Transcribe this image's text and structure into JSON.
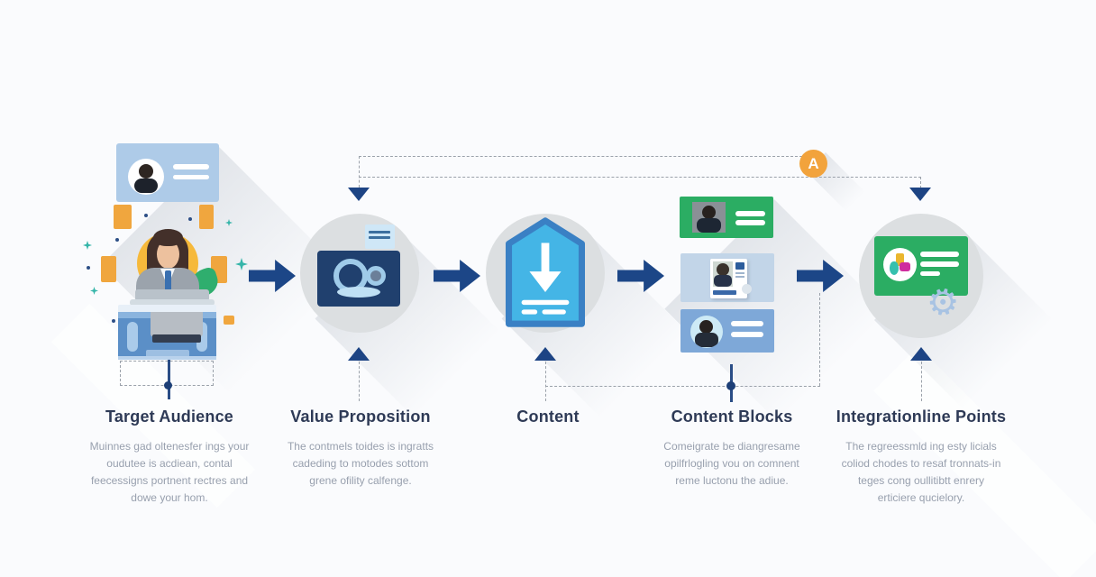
{
  "figure": {
    "type": "process-flow-infographic",
    "marker_a": "A",
    "colors": {
      "accent_navy": "#1c4687",
      "green": "#2bad63",
      "orange": "#f2a33c",
      "cyan": "#45b5e6",
      "circle_gray": "#dcdfe1",
      "title_text": "#2e3a56",
      "desc_text": "#98a0ae"
    }
  },
  "stages": [
    {
      "id": "target-audience",
      "title": "Target Audience",
      "description": "Muinnes gad oltenesfer ings your\noudutee is acdiean, contal\nfeecessigns portnent rectres and\ndowe your hom.",
      "icon": "persona-at-desk-illustration"
    },
    {
      "id": "value-proposition",
      "title": "Value Proposition",
      "description": "The contmels toides is ingratts\ncadeding to motodes sottom\ngrene ofility calfenge.",
      "icon": "lens-card-icon"
    },
    {
      "id": "content",
      "title": "Content",
      "description": "",
      "icon": "download-badge-icon"
    },
    {
      "id": "content-blocks",
      "title": "Content Blocks",
      "description": "Comeigrate be diangresame\nopilfrlogling vou on comnent\nreme luctonu the adiue.",
      "icon": "stacked-profile-cards"
    },
    {
      "id": "integration-points",
      "title": "Integrationline Points",
      "description": "The regreessmld ing esty licials\ncoliod chodes to resaf tronnats-in\nteges cong oullitibtt enrery\nerticiere qucielory.",
      "icon": "chart-card-gear-icon"
    }
  ]
}
